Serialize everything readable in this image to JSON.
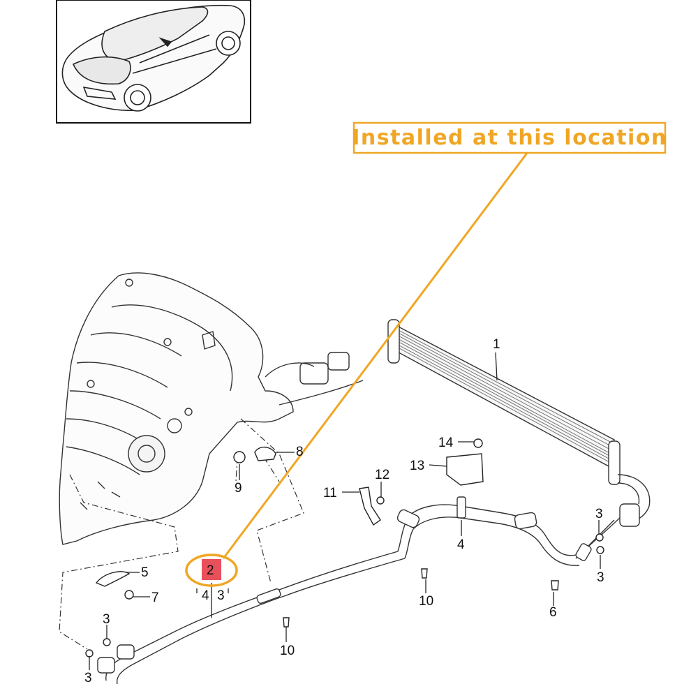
{
  "callout": {
    "text": "Installed at this location",
    "color": "#f0a624",
    "highlight_color": "#e8505b"
  },
  "parts": [
    {
      "label": "1"
    },
    {
      "label": "2"
    },
    {
      "label": "3"
    },
    {
      "label": "3"
    },
    {
      "label": "3"
    },
    {
      "label": "3"
    },
    {
      "label": "3"
    },
    {
      "label": "4"
    },
    {
      "label": "4"
    },
    {
      "label": "5"
    },
    {
      "label": "6"
    },
    {
      "label": "7"
    },
    {
      "label": "8"
    },
    {
      "label": "9"
    },
    {
      "label": "10"
    },
    {
      "label": "10"
    },
    {
      "label": "11"
    },
    {
      "label": "12"
    },
    {
      "label": "13"
    },
    {
      "label": "14"
    }
  ]
}
